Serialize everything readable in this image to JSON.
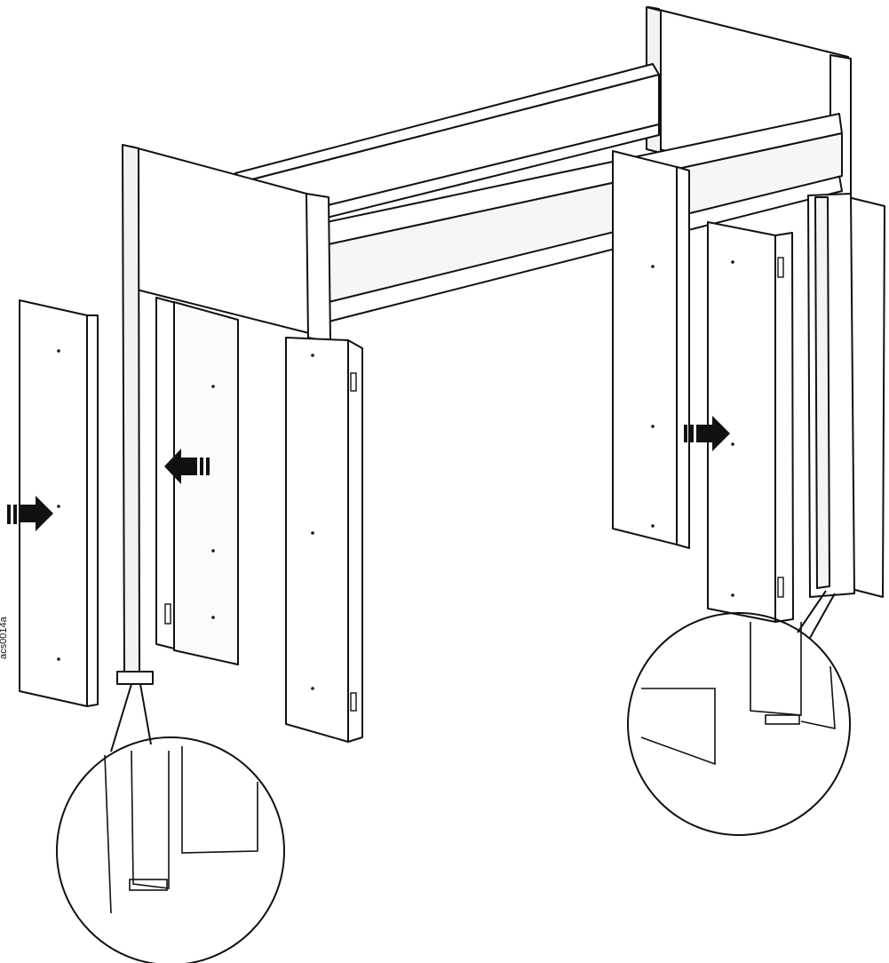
{
  "figure": {
    "id_label": "acs0014a",
    "callouts": [
      "detail-left",
      "detail-right"
    ],
    "arrows": [
      "arrow-left-panel-in",
      "arrow-inner-panel-out",
      "arrow-right-panel-out"
    ],
    "colors": {
      "line": "#111111",
      "fill": "#ffffff",
      "shade": "#e8e8e8",
      "dark": "#3a3a3a"
    }
  }
}
